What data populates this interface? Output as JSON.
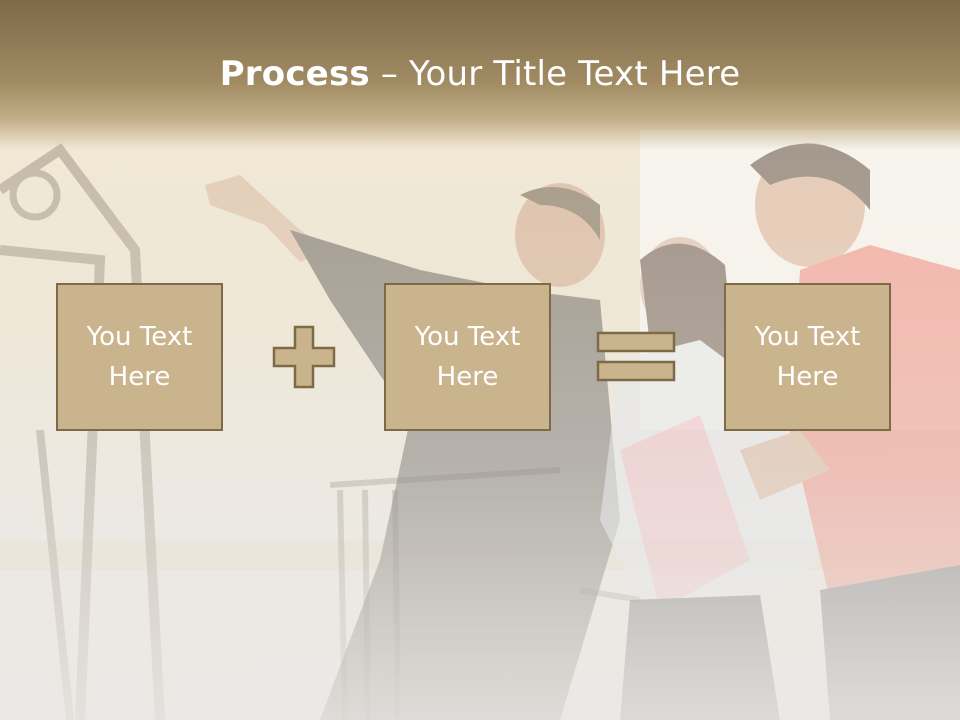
{
  "slide": {
    "title_bold": "Process",
    "title_rest": " – Your Title Text Here"
  },
  "boxes": [
    {
      "text": "You Text\nHere"
    },
    {
      "text": "You Text\nHere"
    },
    {
      "text": "You Text\nHere"
    }
  ],
  "operators": [
    "plus",
    "equals"
  ],
  "colors": {
    "band": "#7d6a48",
    "box_fill": "#c9b48e",
    "box_border": "#7d6a48",
    "text": "#ffffff"
  }
}
